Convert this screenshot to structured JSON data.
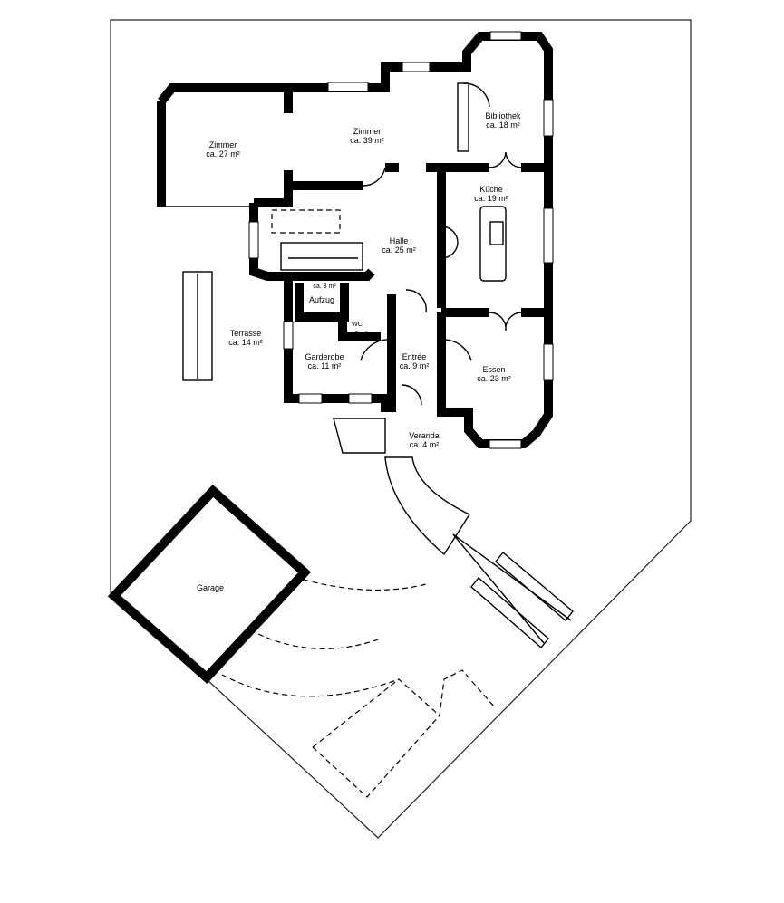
{
  "plan": {
    "rooms": [
      {
        "name": "Zimmer",
        "area": "ca. 27 m²"
      },
      {
        "name": "Zimmer",
        "area": "ca. 39 m²"
      },
      {
        "name": "Bibliothek",
        "area": "ca. 18 m²"
      },
      {
        "name": "Küche",
        "area": "ca. 19 m²"
      },
      {
        "name": "Halle",
        "area": "ca. 25 m²"
      },
      {
        "name": "Aufzug",
        "area": "ca. 3 m²"
      },
      {
        "name": "WC",
        "area": "ca. 2 m²"
      },
      {
        "name": "Terrasse",
        "area": "ca. 14 m²"
      },
      {
        "name": "Garderobe",
        "area": "ca. 11 m²"
      },
      {
        "name": "Entrée",
        "area": "ca. 9 m²"
      },
      {
        "name": "Essen",
        "area": "ca. 23 m²"
      },
      {
        "name": "Veranda",
        "area": "ca. 4 m²"
      },
      {
        "name": "Garage",
        "area": ""
      }
    ]
  }
}
